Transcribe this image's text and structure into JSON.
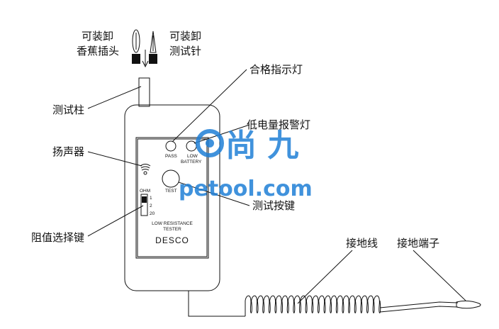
{
  "labels": {
    "banana_plug_l1": "可装卸",
    "banana_plug_l2": "香蕉插头",
    "test_pin_l1": "可装卸",
    "test_pin_l2": "测试针",
    "pass_light": "合格指示灯",
    "low_battery_light": "低电量报警灯",
    "test_post": "测试柱",
    "speaker": "扬声器",
    "test_button": "测试按键",
    "resistance_selector": "阻值选择键",
    "ground_wire": "接地线",
    "ground_terminal": "接地端子"
  },
  "panel": {
    "pass": "PASS",
    "low": "LOW",
    "battery": "BATTERY",
    "test": "TEST",
    "ohm": "OHM",
    "range_1": "1",
    "range_2": "2",
    "range_3": "20",
    "device_line1": "LOW RESISTANCE",
    "device_line2": "TESTER",
    "brand": "DESCO"
  },
  "watermark": {
    "line1": "尚 九",
    "line2": "petool.com"
  },
  "colors": {
    "line": "#111111",
    "watermark": "#1f7fd6"
  }
}
